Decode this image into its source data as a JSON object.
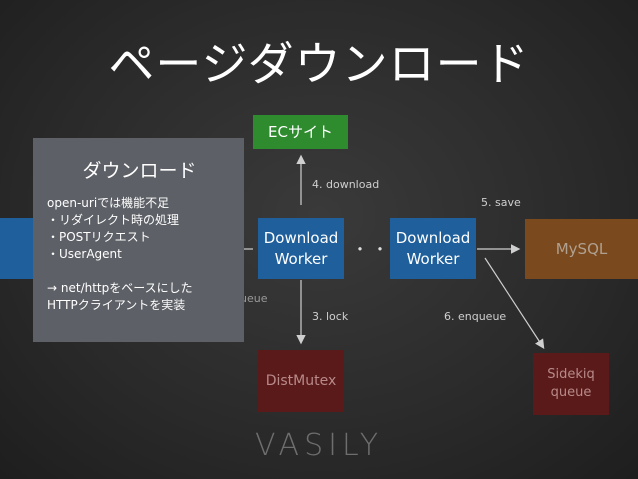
{
  "title": "ページダウンロード",
  "nodes": {
    "ec_site": "ECサイト",
    "worker1": [
      "Download",
      "Worker"
    ],
    "worker2": [
      "Download",
      "Worker"
    ],
    "mysql": "MySQL",
    "dist_mutex": "DistMutex",
    "sidekiq": [
      "Sidekiq",
      "queue"
    ]
  },
  "ellipsis": "・・・",
  "edges": {
    "download": "4. download",
    "save": "5. save",
    "lock": "3. lock",
    "enqueue": "6. enqueue",
    "partial_queue": "ueue"
  },
  "callout": {
    "title": "ダウンロード",
    "lines": [
      "open-uriでは機能不足",
      "・リダイレクト時の処理",
      "・POSTリクエスト",
      "・UserAgent"
    ],
    "lines2": [
      "→ net/httpをベースにした",
      "HTTPクライアントを実装"
    ]
  },
  "logo": "VASILY",
  "colors": {
    "ec": "#2e8b2e",
    "worker": "#1e5f9c",
    "mysql": "#7a4a1e",
    "mutex": "#5a1a1a",
    "callout": "#5d6066"
  }
}
